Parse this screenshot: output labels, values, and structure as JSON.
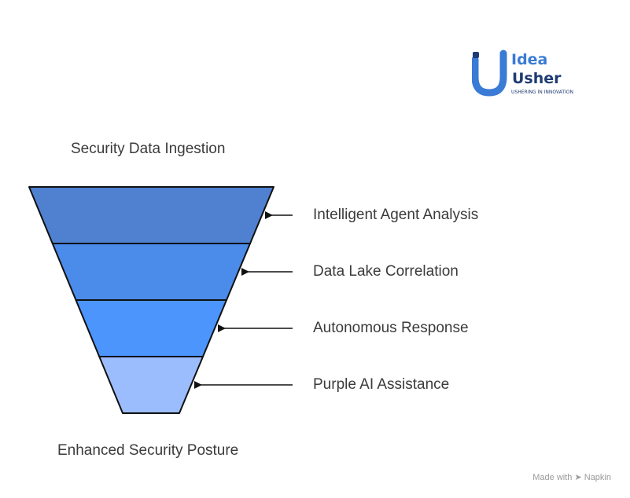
{
  "logo": {
    "name_line1": "Idea",
    "name_line2": "Usher",
    "tagline": "USHERING IN INNOVATION"
  },
  "funnel": {
    "top_label": "Security Data Ingestion",
    "bottom_label": "Enhanced Security Posture",
    "stages": [
      {
        "label": "Intelligent Agent Analysis",
        "color": "#4f81d0"
      },
      {
        "label": "Data Lake Correlation",
        "color": "#4b8bea"
      },
      {
        "label": "Autonomous Response",
        "color": "#4c95fd"
      },
      {
        "label": "Purple AI Assistance",
        "color": "#9bbdfd"
      }
    ]
  },
  "watermark": {
    "prefix": "Made with",
    "brand": "Napkin"
  }
}
